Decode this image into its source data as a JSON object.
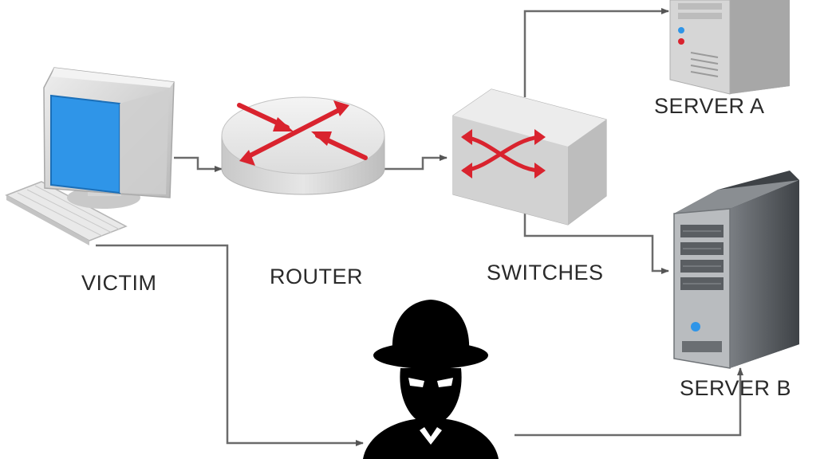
{
  "nodes": {
    "victim": {
      "label": "VICTIM"
    },
    "router": {
      "label": "ROUTER"
    },
    "switches": {
      "label": "SWITCHES"
    },
    "server_a": {
      "label": "SERVER A"
    },
    "server_b": {
      "label": "SERVER B"
    },
    "attacker": {
      "label": ""
    }
  },
  "edges": [
    {
      "from": "victim",
      "to": "router"
    },
    {
      "from": "router",
      "to": "switches"
    },
    {
      "from": "switches",
      "to": "server_a"
    },
    {
      "from": "switches",
      "to": "server_b"
    },
    {
      "from": "victim",
      "to": "attacker"
    },
    {
      "from": "attacker",
      "to": "server_b"
    }
  ],
  "colors": {
    "line": "#6b6b6b",
    "arrow_red": "#d9232e",
    "screen_blue": "#2f95e8",
    "device_gray": "#d9d9d9",
    "server_dark": "#55595e",
    "silhouette": "#000000"
  }
}
